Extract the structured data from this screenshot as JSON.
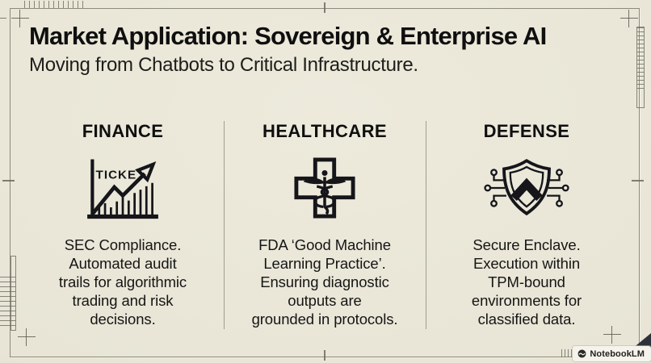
{
  "header": {
    "title": "Market Application: Sovereign & Enterprise AI",
    "subtitle": "Moving from Chatbots to Critical Infrastructure."
  },
  "columns": [
    {
      "id": "finance",
      "heading": "FINANCE",
      "icon": "bar-chart-rising-arrow-icon",
      "icon_text": "TICKE",
      "body": "SEC Compliance.\nAutomated audit\ntrails for algorithmic\ntrading and risk\ndecisions."
    },
    {
      "id": "healthcare",
      "heading": "HEALTHCARE",
      "icon": "medical-cross-caduceus-icon",
      "body": "FDA ‘Good Machine\nLearning Practice’.\nEnsuring diagnostic\noutputs are\ngrounded in protocols."
    },
    {
      "id": "defense",
      "heading": "DEFENSE",
      "icon": "shield-circuit-icon",
      "body": "Secure Enclave.\nExecution within\nTPM-bound\nenvironments for\nclassified data."
    }
  ],
  "footer": {
    "badge_label": "NotebookLM"
  },
  "colors": {
    "background": "#e8e5d6",
    "ink": "#15151a",
    "frame_line": "#6c6b5f",
    "corner_triangle": "#2d323a",
    "badge_background": "#f5f3ec"
  }
}
